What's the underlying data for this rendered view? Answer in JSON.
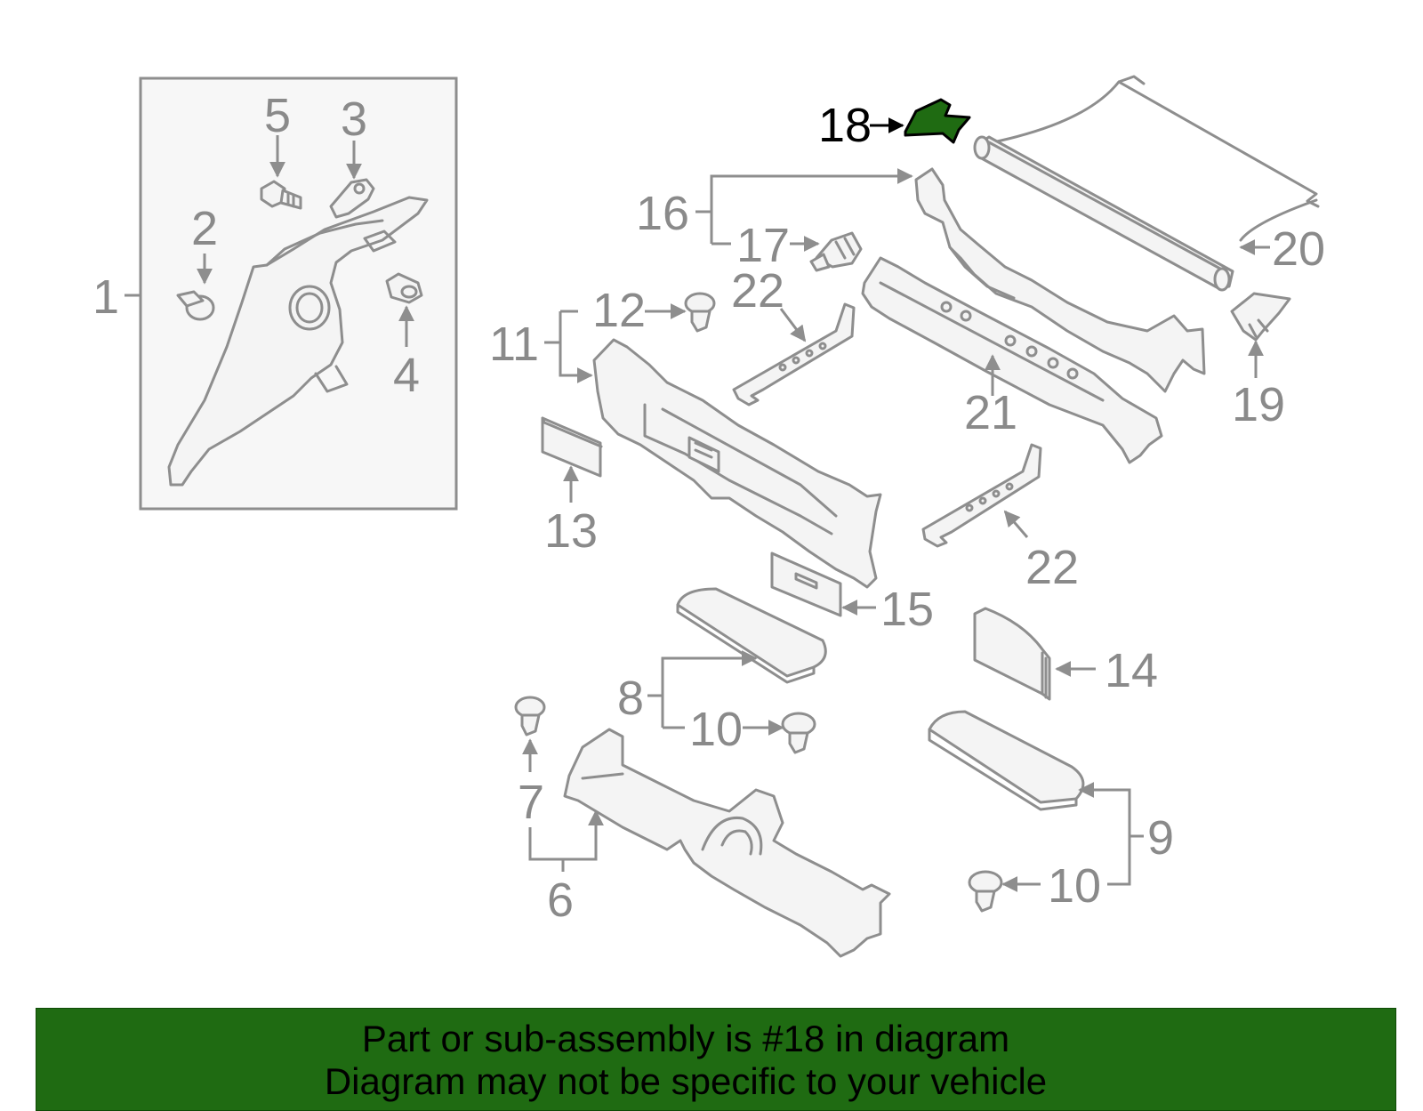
{
  "colors": {
    "highlight_part": "#1f6b12",
    "banner_background": "#1f6b12",
    "part_stroke": "#8e8e8e",
    "label_text": "#8a8a8a",
    "highlight_label": "#000000"
  },
  "callouts": {
    "c1": "1",
    "c2": "2",
    "c3": "3",
    "c4": "4",
    "c5": "5",
    "c6": "6",
    "c7": "7",
    "c8": "8",
    "c9": "9",
    "c10a": "10",
    "c10b": "10",
    "c11": "11",
    "c12": "12",
    "c13": "13",
    "c14": "14",
    "c15": "15",
    "c16": "16",
    "c17": "17",
    "c18": "18",
    "c19": "19",
    "c20": "20",
    "c21": "21",
    "c22a": "22",
    "c22b": "22"
  },
  "highlighted_part": "18",
  "banner": {
    "line1": "Part or sub-assembly is #18 in diagram",
    "line2": "Diagram may not be specific to your vehicle"
  }
}
